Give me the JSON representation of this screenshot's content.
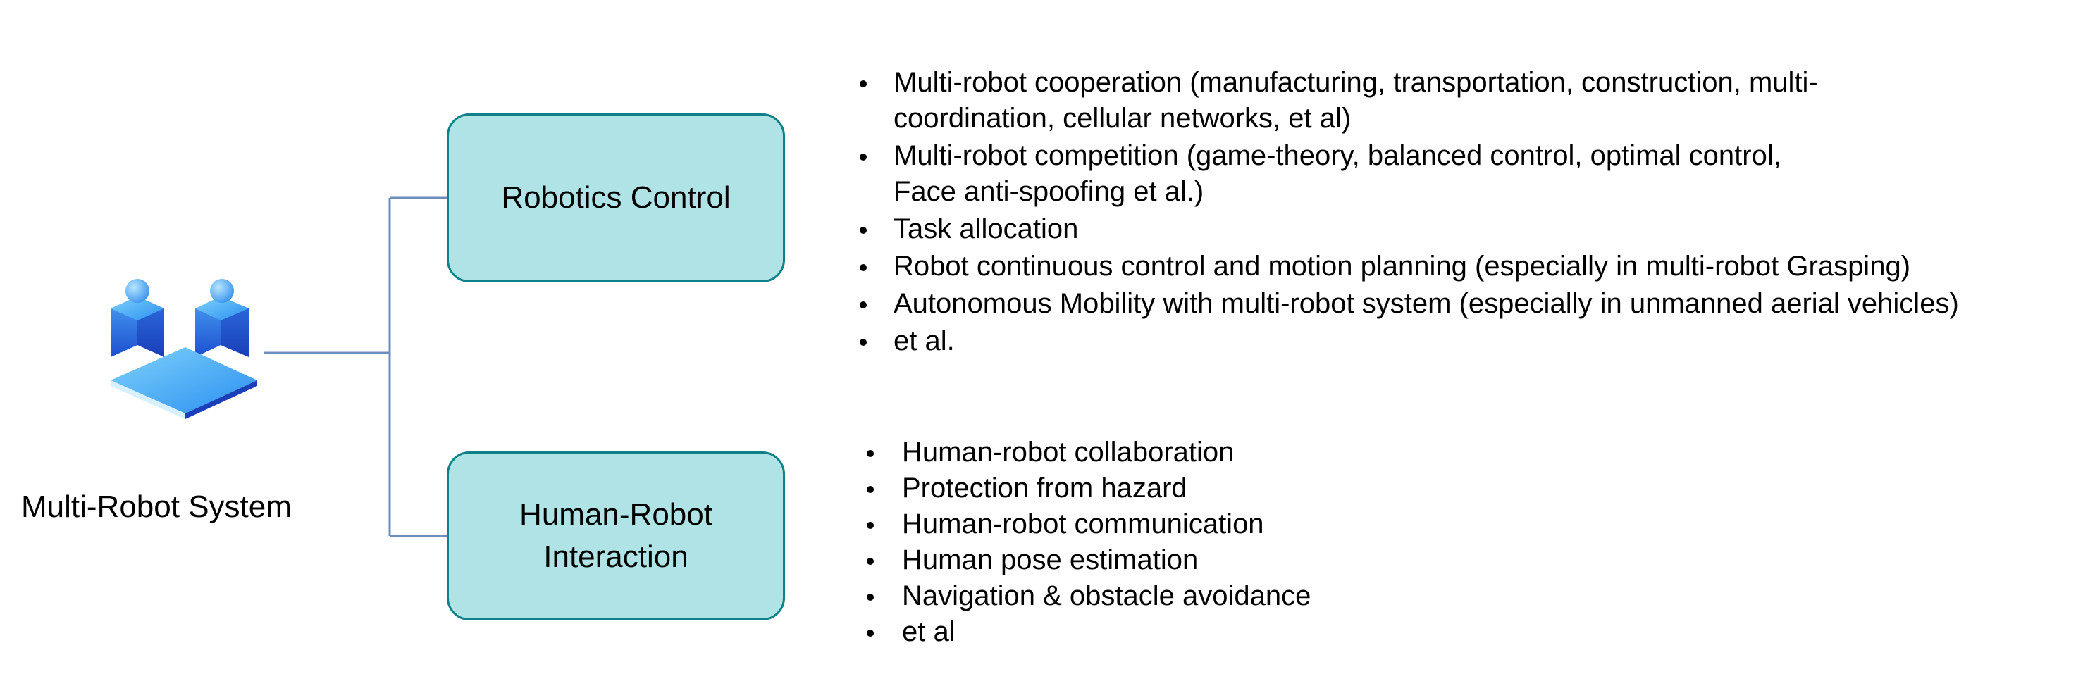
{
  "system": {
    "label": "Multi-Robot System",
    "icon": "multi-robot-isometric-icon"
  },
  "branches": [
    {
      "label": "Robotics Control",
      "items": [
        {
          "lines": [
            "Multi-robot cooperation (manufacturing, transportation, construction, multi-",
            "coordination, cellular networks, et al)"
          ]
        },
        {
          "lines": [
            "Multi-robot competition (game-theory, balanced control, optimal control,",
            "Face anti-spoofing et al.)"
          ]
        },
        {
          "lines": [
            "Task allocation"
          ]
        },
        {
          "lines": [
            "Robot continuous control and motion planning (especially in multi-robot Grasping)"
          ]
        },
        {
          "lines": [
            "Autonomous Mobility with multi-robot system (especially in unmanned aerial vehicles)"
          ]
        },
        {
          "lines": [
            "et al."
          ]
        }
      ]
    },
    {
      "label_lines": [
        "Human-Robot",
        "Interaction"
      ],
      "items": [
        {
          "lines": [
            "Human-robot collaboration"
          ]
        },
        {
          "lines": [
            "Protection from hazard"
          ]
        },
        {
          "lines": [
            "Human-robot communication"
          ]
        },
        {
          "lines": [
            "Human pose estimation"
          ]
        },
        {
          "lines": [
            "Navigation & obstacle avoidance"
          ]
        },
        {
          "lines": [
            "et al"
          ]
        }
      ]
    }
  ],
  "colors": {
    "box_fill": "#b0e3e6",
    "box_border": "#0e8088",
    "connector": "#6c8ebf",
    "icon_blue_light": "#5ec3f7",
    "icon_blue_dark": "#1a47c7"
  }
}
